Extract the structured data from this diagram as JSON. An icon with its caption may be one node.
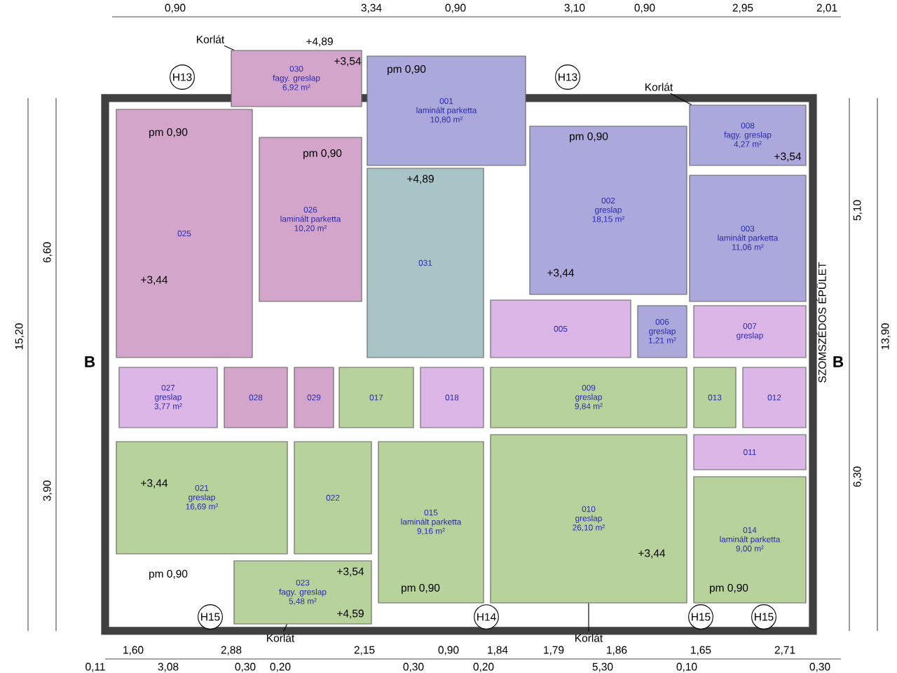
{
  "diagram": {
    "nodes": [
      {
        "text": [
          "030",
          "fagy. greslap",
          "6,92 m²"
        ],
        "beside": [
          "+4,89"
        ]
      },
      {
        "text": [
          "025"
        ]
      },
      {
        "text": [
          "026",
          "laminált parketta",
          "10,20 m²"
        ]
      },
      {
        "text": [
          "031"
        ]
      },
      {
        "text": [
          "001",
          "laminált parketta",
          "10,80 m²"
        ]
      },
      {
        "text": [
          "002",
          "greslap",
          "18,15 m²"
        ]
      },
      {
        "text": [
          "008",
          "fagy. greslap",
          "4,27 m²"
        ]
      },
      {
        "text": [
          "003",
          "laminált parketta",
          "11,06 m²"
        ]
      },
      {
        "text": [
          "005"
        ]
      },
      {
        "text": [
          "006",
          "greslap",
          "1,21 m²"
        ]
      },
      {
        "text": [
          "007",
          "greslap"
        ]
      },
      {
        "text": [
          "027",
          "greslap",
          "3,77 m²"
        ]
      },
      {
        "text": [
          "028"
        ]
      },
      {
        "text": [
          "029"
        ]
      },
      {
        "text": [
          "017"
        ]
      },
      {
        "text": [
          "018"
        ]
      },
      {
        "text": [
          "021",
          "greslap",
          "16,69 m²"
        ]
      },
      {
        "text": [
          "022"
        ]
      },
      {
        "text": [
          "023",
          "fagy. greslap",
          "5,48 m²"
        ]
      },
      {
        "text": [
          "015",
          "laminált parketta",
          "9,16 m²"
        ]
      },
      {
        "text": [
          "009",
          "greslap",
          "9,84 m²"
        ]
      },
      {
        "text": [
          "010",
          "greslap",
          "26,10 m²"
        ]
      },
      {
        "text": [
          "013"
        ]
      },
      {
        "text": [
          "012"
        ]
      },
      {
        "text": [
          "011"
        ]
      },
      {
        "text": [
          "014",
          "laminált parketta",
          "9,00 m²"
        ]
      },
      {
        "text": [
          "Korlát"
        ]
      },
      {
        "text": [
          "Korlát"
        ]
      },
      {
        "text": [
          "Korlát"
        ]
      },
      {
        "text": [
          "Korlát"
        ]
      }
    ],
    "edges": [
      {
        "from": 26,
        "to": 0,
        "arrow": "none"
      },
      {
        "from": 27,
        "to": 6,
        "arrow": "none"
      },
      {
        "from": 28,
        "to": 18,
        "arrow": "none"
      },
      {
        "from": 29,
        "to": 21,
        "arrow": "none"
      }
    ],
    "labels": [
      "0,90",
      "3,34",
      "0,90",
      "3,10",
      "0,90",
      "2,95",
      "2,01",
      "H13",
      "H13",
      "+3,54",
      "pm 0,90",
      "pm 0,90",
      "pm 0,90",
      "pm 0,90",
      "+3,54",
      "+4,89",
      "+3,44",
      "+3,44",
      "SZOMSZÉDOS ÉPÜLET",
      "6,60",
      "15,20",
      "5,10",
      "13,90",
      "B",
      "B",
      "6,30",
      "3,90",
      "+3,44",
      "+3,44",
      "pm 0,90",
      "+3,54",
      "pm 0,90",
      "pm 0,90",
      "H15",
      "+4,59",
      "H14",
      "H15",
      "H15",
      "1,60",
      "2,88",
      "2,15",
      "0,90",
      "1,84",
      "1,79",
      "1,86",
      "1,65",
      "2,71",
      "0,11",
      "3,08",
      "0,30",
      "0,20",
      "0,30",
      "0,20",
      "5,30",
      "0,10",
      "0,30"
    ]
  }
}
